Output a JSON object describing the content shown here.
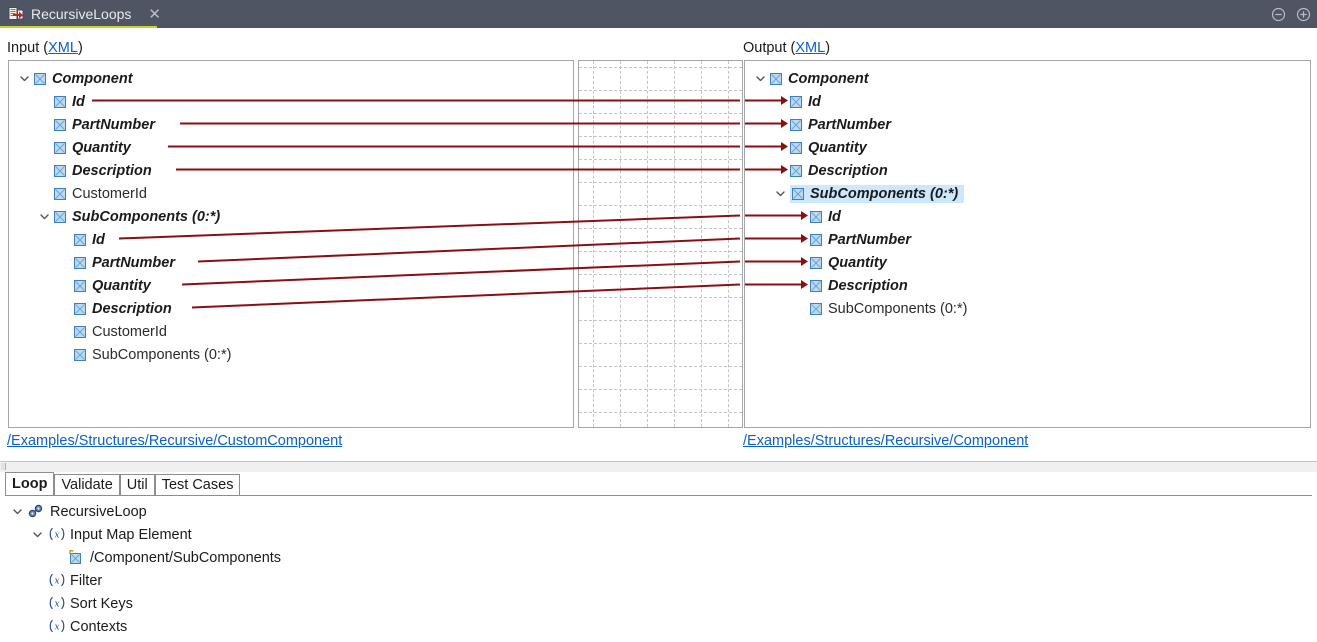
{
  "window": {
    "tab_title": "RecursiveLoops",
    "tab_icon": "mapping-document-icon",
    "close_icon": "close-icon",
    "minimize_icon": "minimize-icon",
    "maximize_icon": "maximize-icon",
    "accent_color": "#c3d435",
    "titlebar_color": "#4f5562"
  },
  "mapper": {
    "input": {
      "label_prefix": "Input (",
      "label_link": "XML",
      "label_suffix": ")",
      "path": "/Examples/Structures/Recursive/CustomComponent",
      "nodes": [
        {
          "label": "Component",
          "depth": 0,
          "mapped": true,
          "expanded": true,
          "hasChildren": true
        },
        {
          "label": "Id",
          "depth": 1,
          "mapped": true,
          "expanded": false,
          "hasChildren": false
        },
        {
          "label": "PartNumber",
          "depth": 1,
          "mapped": true,
          "expanded": false,
          "hasChildren": false
        },
        {
          "label": "Quantity",
          "depth": 1,
          "mapped": true,
          "expanded": false,
          "hasChildren": false
        },
        {
          "label": "Description",
          "depth": 1,
          "mapped": true,
          "expanded": false,
          "hasChildren": false
        },
        {
          "label": "CustomerId",
          "depth": 1,
          "mapped": false,
          "expanded": false,
          "hasChildren": false
        },
        {
          "label": "SubComponents (0:*)",
          "depth": 1,
          "mapped": true,
          "expanded": true,
          "hasChildren": true
        },
        {
          "label": "Id",
          "depth": 2,
          "mapped": true,
          "expanded": false,
          "hasChildren": false
        },
        {
          "label": "PartNumber",
          "depth": 2,
          "mapped": true,
          "expanded": false,
          "hasChildren": false
        },
        {
          "label": "Quantity",
          "depth": 2,
          "mapped": true,
          "expanded": false,
          "hasChildren": false
        },
        {
          "label": "Description",
          "depth": 2,
          "mapped": true,
          "expanded": false,
          "hasChildren": false
        },
        {
          "label": "CustomerId",
          "depth": 2,
          "mapped": false,
          "expanded": false,
          "hasChildren": false
        },
        {
          "label": "SubComponents (0:*)",
          "depth": 2,
          "mapped": false,
          "expanded": false,
          "hasChildren": false
        }
      ]
    },
    "output": {
      "label_prefix": "Output (",
      "label_link": "XML",
      "label_suffix": ")",
      "path": "/Examples/Structures/Recursive/Component",
      "nodes": [
        {
          "label": "Component",
          "depth": 0,
          "mapped": true,
          "expanded": true,
          "hasChildren": true,
          "selected": false,
          "arrow": false
        },
        {
          "label": "Id",
          "depth": 1,
          "mapped": true,
          "expanded": false,
          "hasChildren": false,
          "selected": false,
          "arrow": true
        },
        {
          "label": "PartNumber",
          "depth": 1,
          "mapped": true,
          "expanded": false,
          "hasChildren": false,
          "selected": false,
          "arrow": true
        },
        {
          "label": "Quantity",
          "depth": 1,
          "mapped": true,
          "expanded": false,
          "hasChildren": false,
          "selected": false,
          "arrow": true
        },
        {
          "label": "Description",
          "depth": 1,
          "mapped": true,
          "expanded": false,
          "hasChildren": false,
          "selected": false,
          "arrow": true
        },
        {
          "label": "SubComponents (0:*)",
          "depth": 1,
          "mapped": true,
          "expanded": true,
          "hasChildren": true,
          "selected": true,
          "arrow": false
        },
        {
          "label": "Id",
          "depth": 2,
          "mapped": true,
          "expanded": false,
          "hasChildren": false,
          "selected": false,
          "arrow": true
        },
        {
          "label": "PartNumber",
          "depth": 2,
          "mapped": true,
          "expanded": false,
          "hasChildren": false,
          "selected": false,
          "arrow": true
        },
        {
          "label": "Quantity",
          "depth": 2,
          "mapped": true,
          "expanded": false,
          "hasChildren": false,
          "selected": false,
          "arrow": true
        },
        {
          "label": "Description",
          "depth": 2,
          "mapped": true,
          "expanded": false,
          "hasChildren": false,
          "selected": false,
          "arrow": true
        },
        {
          "label": "SubComponents (0:*)",
          "depth": 2,
          "mapped": false,
          "expanded": false,
          "hasChildren": false,
          "selected": false,
          "arrow": false
        }
      ]
    },
    "connector_color": "#8a0f12",
    "links": [
      {
        "from": "Component/Id",
        "to": "Component/Id"
      },
      {
        "from": "Component/PartNumber",
        "to": "Component/PartNumber"
      },
      {
        "from": "Component/Quantity",
        "to": "Component/Quantity"
      },
      {
        "from": "Component/Description",
        "to": "Component/Description"
      },
      {
        "from": "Component/SubComponents/Id",
        "to": "Component/SubComponents/Id"
      },
      {
        "from": "Component/SubComponents/PartNumber",
        "to": "Component/SubComponents/PartNumber"
      },
      {
        "from": "Component/SubComponents/Quantity",
        "to": "Component/SubComponents/Quantity"
      },
      {
        "from": "Component/SubComponents/Description",
        "to": "Component/SubComponents/Description"
      }
    ]
  },
  "bottom": {
    "tabs": [
      {
        "label": "Loop",
        "active": true
      },
      {
        "label": "Validate",
        "active": false
      },
      {
        "label": "Util",
        "active": false
      },
      {
        "label": "Test Cases",
        "active": false
      }
    ],
    "tree": [
      {
        "label": "RecursiveLoop",
        "depth": 0,
        "icon": "loop-icon",
        "expanded": true,
        "hasChildren": true
      },
      {
        "label": "Input Map Element",
        "depth": 1,
        "icon": "function-icon",
        "expanded": true,
        "hasChildren": true
      },
      {
        "label": "/Component/SubComponents",
        "depth": 2,
        "icon": "element-ref-icon",
        "expanded": false,
        "hasChildren": false
      },
      {
        "label": "Filter",
        "depth": 1,
        "icon": "function-icon",
        "expanded": false,
        "hasChildren": false
      },
      {
        "label": "Sort Keys",
        "depth": 1,
        "icon": "function-icon",
        "expanded": false,
        "hasChildren": false
      },
      {
        "label": "Contexts",
        "depth": 1,
        "icon": "function-icon",
        "expanded": false,
        "hasChildren": false
      }
    ]
  }
}
